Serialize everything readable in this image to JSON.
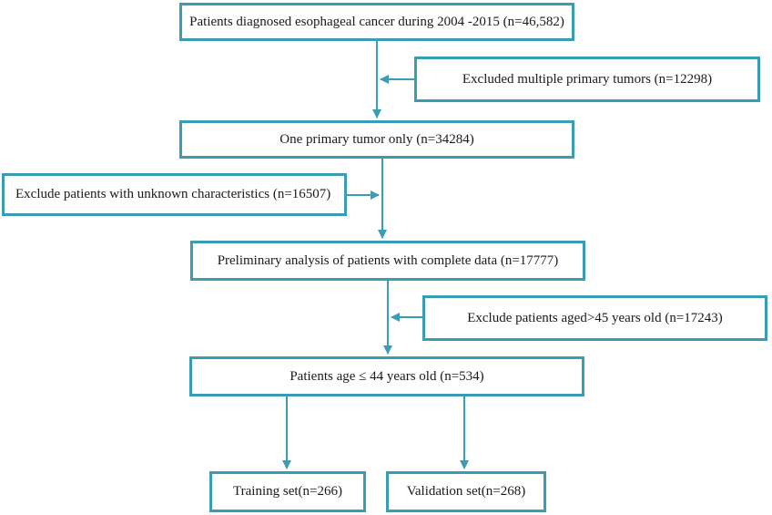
{
  "flow": {
    "start": "Patients diagnosed esophageal cancer during 2004 -2015 (n=46,582)",
    "excluded_multiple": "Excluded multiple primary tumors (n=12298)",
    "one_primary": "One primary tumor only (n=34284)",
    "exclude_unknown": "Exclude patients with unknown characteristics (n=16507)",
    "preliminary": "Preliminary analysis of patients with complete data (n=17777)",
    "exclude_age": "Exclude patients aged>45 years old (n=17243)",
    "age_selected": "Patients age ≤ 44 years old  (n=534)",
    "training": "Training set(n=266)",
    "validation": "Validation set(n=268)"
  },
  "colors": {
    "box_border": "#3a9db5",
    "arrow": "#3a9db5"
  }
}
